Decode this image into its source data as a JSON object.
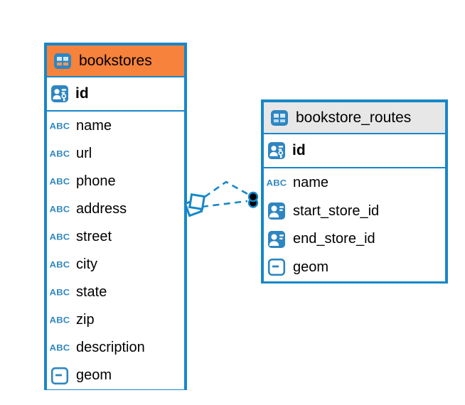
{
  "diagram": {
    "colors": {
      "accent_blue": "#1787c9",
      "icon_blue": "#2e86c1",
      "header_orange": "#f6823c",
      "header_gray": "#e7e7e7",
      "row_bg": "#ffffff",
      "text_color": "#000000",
      "endpoint_fill": "#000000"
    },
    "icons": {
      "abc_label": "ABC"
    },
    "tables": [
      {
        "name": "bookstores",
        "title": "bookstores",
        "header_style": "orange",
        "header_icon": "table-grid-icon",
        "primary_key": {
          "name": "id",
          "icon": "user-key-icon"
        },
        "fields": [
          {
            "name": "name",
            "icon": "abc-text-icon"
          },
          {
            "name": "url",
            "icon": "abc-text-icon"
          },
          {
            "name": "phone",
            "icon": "abc-text-icon"
          },
          {
            "name": "address",
            "icon": "abc-text-icon"
          },
          {
            "name": "street",
            "icon": "abc-text-icon"
          },
          {
            "name": "city",
            "icon": "abc-text-icon"
          },
          {
            "name": "state",
            "icon": "abc-text-icon"
          },
          {
            "name": "zip",
            "icon": "abc-text-icon"
          },
          {
            "name": "description",
            "icon": "abc-text-icon"
          },
          {
            "name": "geom",
            "icon": "geometry-icon"
          }
        ]
      },
      {
        "name": "bookstore_routes",
        "title": "bookstore_routes",
        "header_style": "gray",
        "header_icon": "table-grid-icon",
        "primary_key": {
          "name": "id",
          "icon": "user-key-icon"
        },
        "fields": [
          {
            "name": "name",
            "icon": "abc-text-icon"
          },
          {
            "name": "start_store_id",
            "icon": "user-ref-icon"
          },
          {
            "name": "end_store_id",
            "icon": "user-ref-icon"
          },
          {
            "name": "geom",
            "icon": "geometry-icon"
          }
        ]
      }
    ],
    "relationships": [
      {
        "from_table": "bookstores",
        "from_column": "id",
        "to_table": "bookstore_routes",
        "to_column": "start_store_id",
        "line_style": "dashed",
        "source_marker": "stacked-squares",
        "target_marker": "stacked-dots"
      },
      {
        "from_table": "bookstores",
        "from_column": "id",
        "to_table": "bookstore_routes",
        "to_column": "end_store_id",
        "line_style": "dashed",
        "source_marker": "stacked-squares",
        "target_marker": "stacked-dots"
      }
    ]
  }
}
